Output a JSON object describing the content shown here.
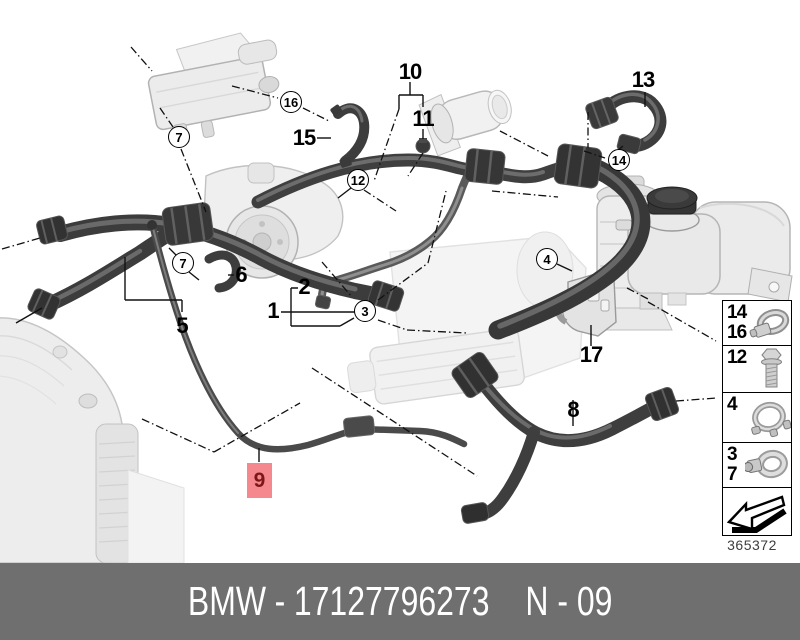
{
  "page": {
    "type": "parts-diagram",
    "description": "BMW cooling system hose routing parts diagram"
  },
  "footer": {
    "brand": "BMW",
    "separator": "-",
    "part_number": "17127796273",
    "page_code": "N - 09"
  },
  "drawing_number": "365372",
  "colors": {
    "highlight_bg": "#f5888e",
    "highlight_text": "#7e1517",
    "footer_bg": "#6f6f6f",
    "line_color": "#111111"
  },
  "callouts": {
    "plain": [
      {
        "text": "10"
      },
      {
        "text": "11"
      },
      {
        "text": "13"
      },
      {
        "text": "15"
      },
      {
        "text": "6"
      },
      {
        "text": "5"
      },
      {
        "text": "2"
      },
      {
        "text": "1"
      },
      {
        "text": "17"
      },
      {
        "text": "8"
      }
    ],
    "circled": [
      {
        "text": "16"
      },
      {
        "text": "7"
      },
      {
        "text": "12"
      },
      {
        "text": "7"
      },
      {
        "text": "3"
      },
      {
        "text": "4"
      },
      {
        "text": "14"
      }
    ],
    "highlighted": {
      "text": "9"
    }
  },
  "legend": {
    "rows": [
      {
        "top": "14",
        "bottom": "16",
        "icon": "worm-drive-clamp-icon"
      },
      {
        "top": "12",
        "bottom": "",
        "icon": "hex-flange-bolt-icon"
      },
      {
        "top": "4",
        "bottom": "",
        "icon": "profile-clamp-icon"
      },
      {
        "top": "3",
        "bottom": "7",
        "icon": "screw-hose-clamp-icon"
      },
      {
        "top": "",
        "bottom": "",
        "icon": "direction-arrow-icon"
      }
    ]
  }
}
